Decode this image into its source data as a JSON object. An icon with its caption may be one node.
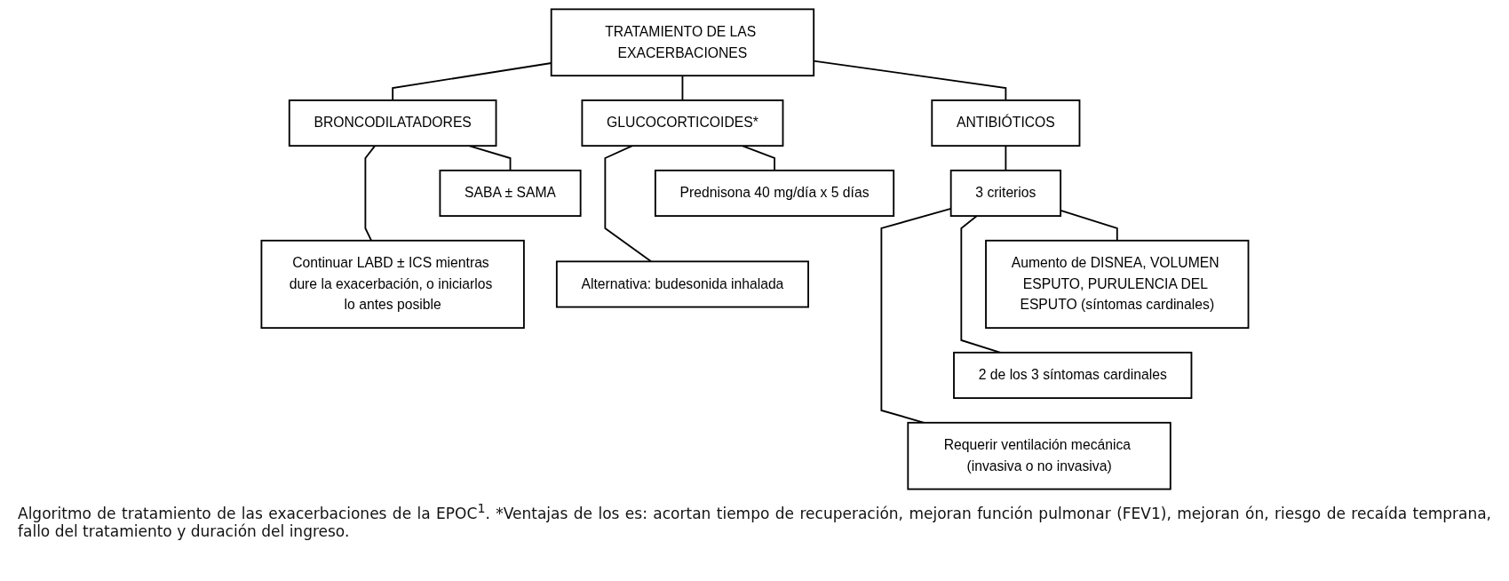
{
  "diagram": {
    "caption": "Algoritmo de tratamiento de las exacerbaciones de la EPOC$^{1}$. *Ventajas de los es: acortan tiempo de recuperación, mejoran función pulmonar (FEV1), mejoran ón, riesgo de recaída temprana, fallo del tratamiento y duración del ingreso.",
    "nodes": [
      {
        "text": [
          "TRATAMIENTO DE LAS EXACERBACIONES"
        ]
      },
      {
        "text": [
          "BRONCODILATADORES"
        ]
      },
      {
        "text": [
          "GLUCOCORTICOIDES*"
        ]
      },
      {
        "text": [
          "ANTIBIÓTICOS"
        ]
      },
      {
        "text": [
          "SABA ± SAMA"
        ]
      },
      {
        "text": [
          "Continuar LABD ± ICS mientras dure la exacerbación, o iniciarlos lo antes posible"
        ]
      },
      {
        "text": [
          "Prednisona 40 mg/día x 5 días"
        ]
      },
      {
        "text": [
          "Alternativa: budesonida inhalada"
        ]
      },
      {
        "text": [
          "3 criterios"
        ]
      },
      {
        "text": [
          "Aumento de DISNEA, VOLUMEN ESPUTO, PURULENCIA DEL ESPUTO (síntomas cardinales)"
        ]
      },
      {
        "text": [
          "2 de los 3 síntomas cardinales"
        ]
      },
      {
        "text": [
          "Requerir ventilación mecánica (invasiva o no invasiva)"
        ]
      }
    ],
    "edges": [
      {
        "from": 0,
        "to": 1,
        "arrow": "none"
      },
      {
        "from": 0,
        "to": 2,
        "arrow": "none"
      },
      {
        "from": 0,
        "to": 3,
        "arrow": "none"
      },
      {
        "from": 1,
        "to": 4,
        "arrow": "none"
      },
      {
        "from": 1,
        "to": 5,
        "arrow": "none"
      },
      {
        "from": 2,
        "to": 6,
        "arrow": "none"
      },
      {
        "from": 2,
        "to": 7,
        "arrow": "none"
      },
      {
        "from": 3,
        "to": 8,
        "arrow": "none"
      },
      {
        "from": 8,
        "to": 9,
        "arrow": "none"
      },
      {
        "from": 8,
        "to": 10,
        "arrow": "none"
      },
      {
        "from": 8,
        "to": 11,
        "arrow": "none"
      }
    ]
  }
}
